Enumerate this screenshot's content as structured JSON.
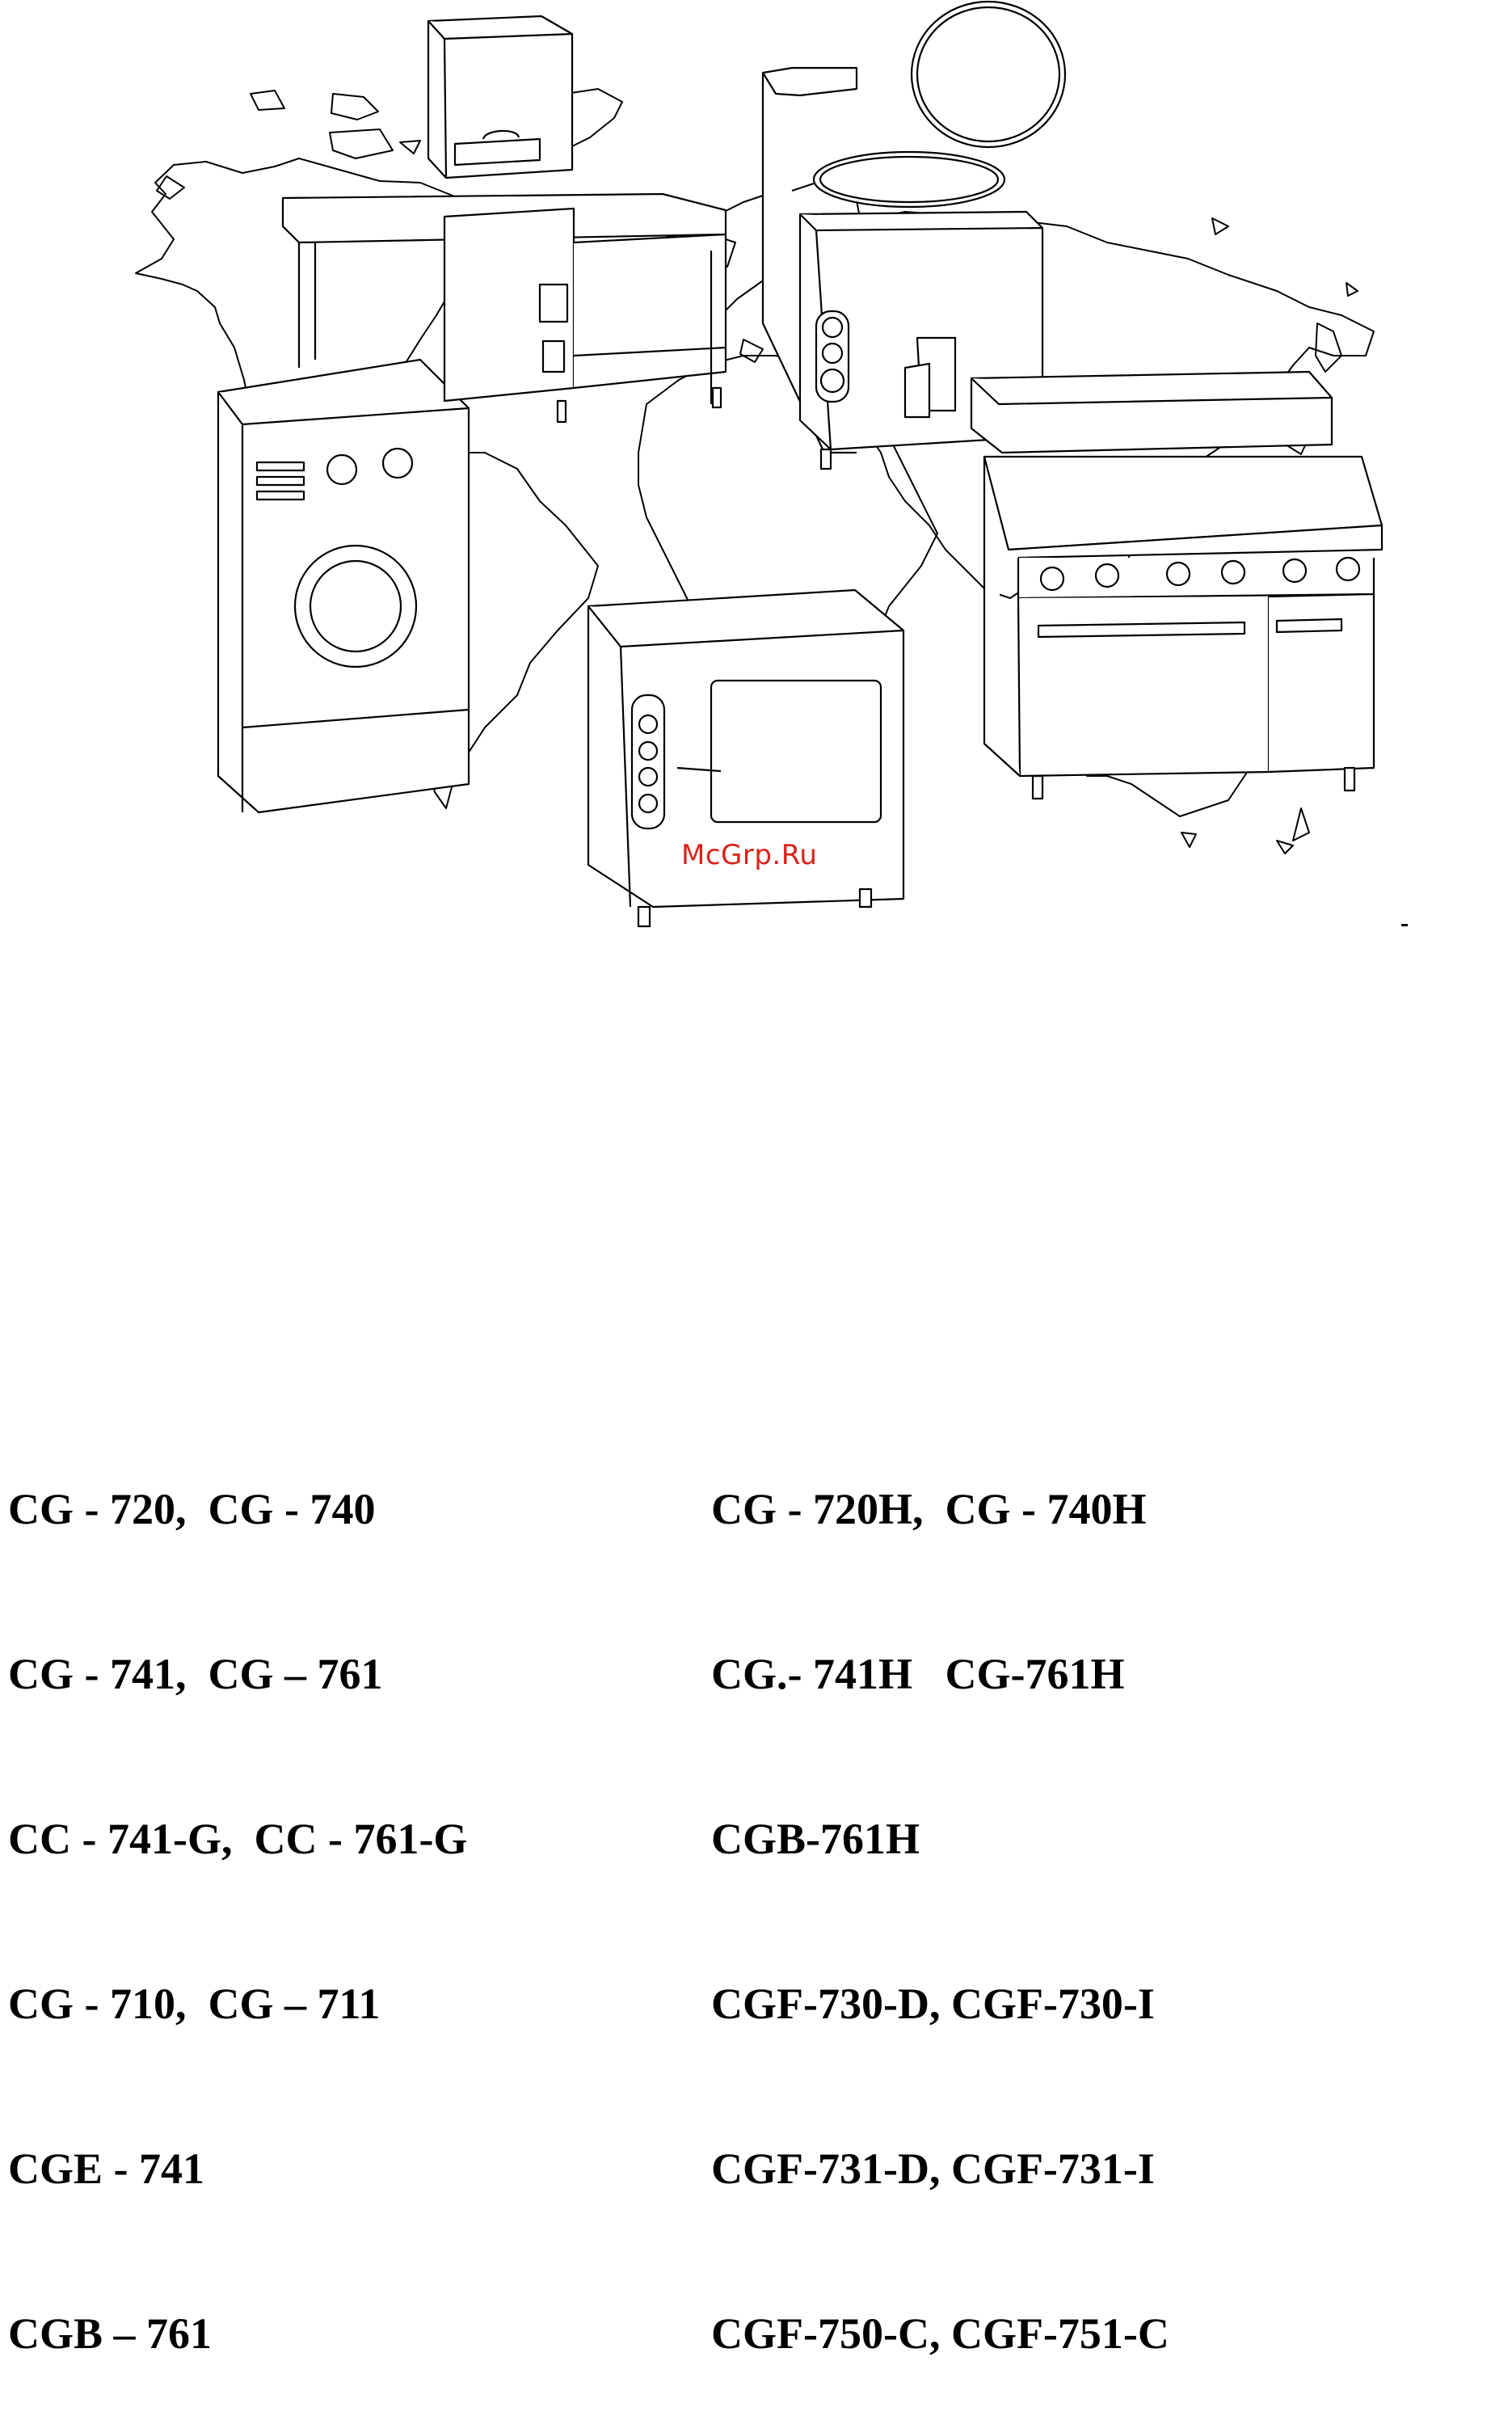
{
  "watermark": {
    "text": "McGrp.Ru",
    "color": "#d9231b"
  },
  "illustration": {
    "icons": [
      "world-map-outline",
      "washing-machine",
      "dishwasher",
      "boiling-kettle",
      "oven",
      "gas-range"
    ]
  },
  "models": {
    "left": [
      "CG - 720,  CG - 740",
      "CG - 741,  CG – 761",
      "CC - 741-G,  CC - 761-G",
      "CG - 710,  CG – 711",
      "CGE - 741",
      "CGB – 761"
    ],
    "right": [
      "CG - 720H,  CG - 740H",
      "CG.- 741H   CG-761H",
      "CGB-761H",
      "CGF-730-D, CGF-730-I",
      "CGF-731-D, CGF-731-I",
      "CGF-750-C, CGF-751-C"
    ]
  }
}
